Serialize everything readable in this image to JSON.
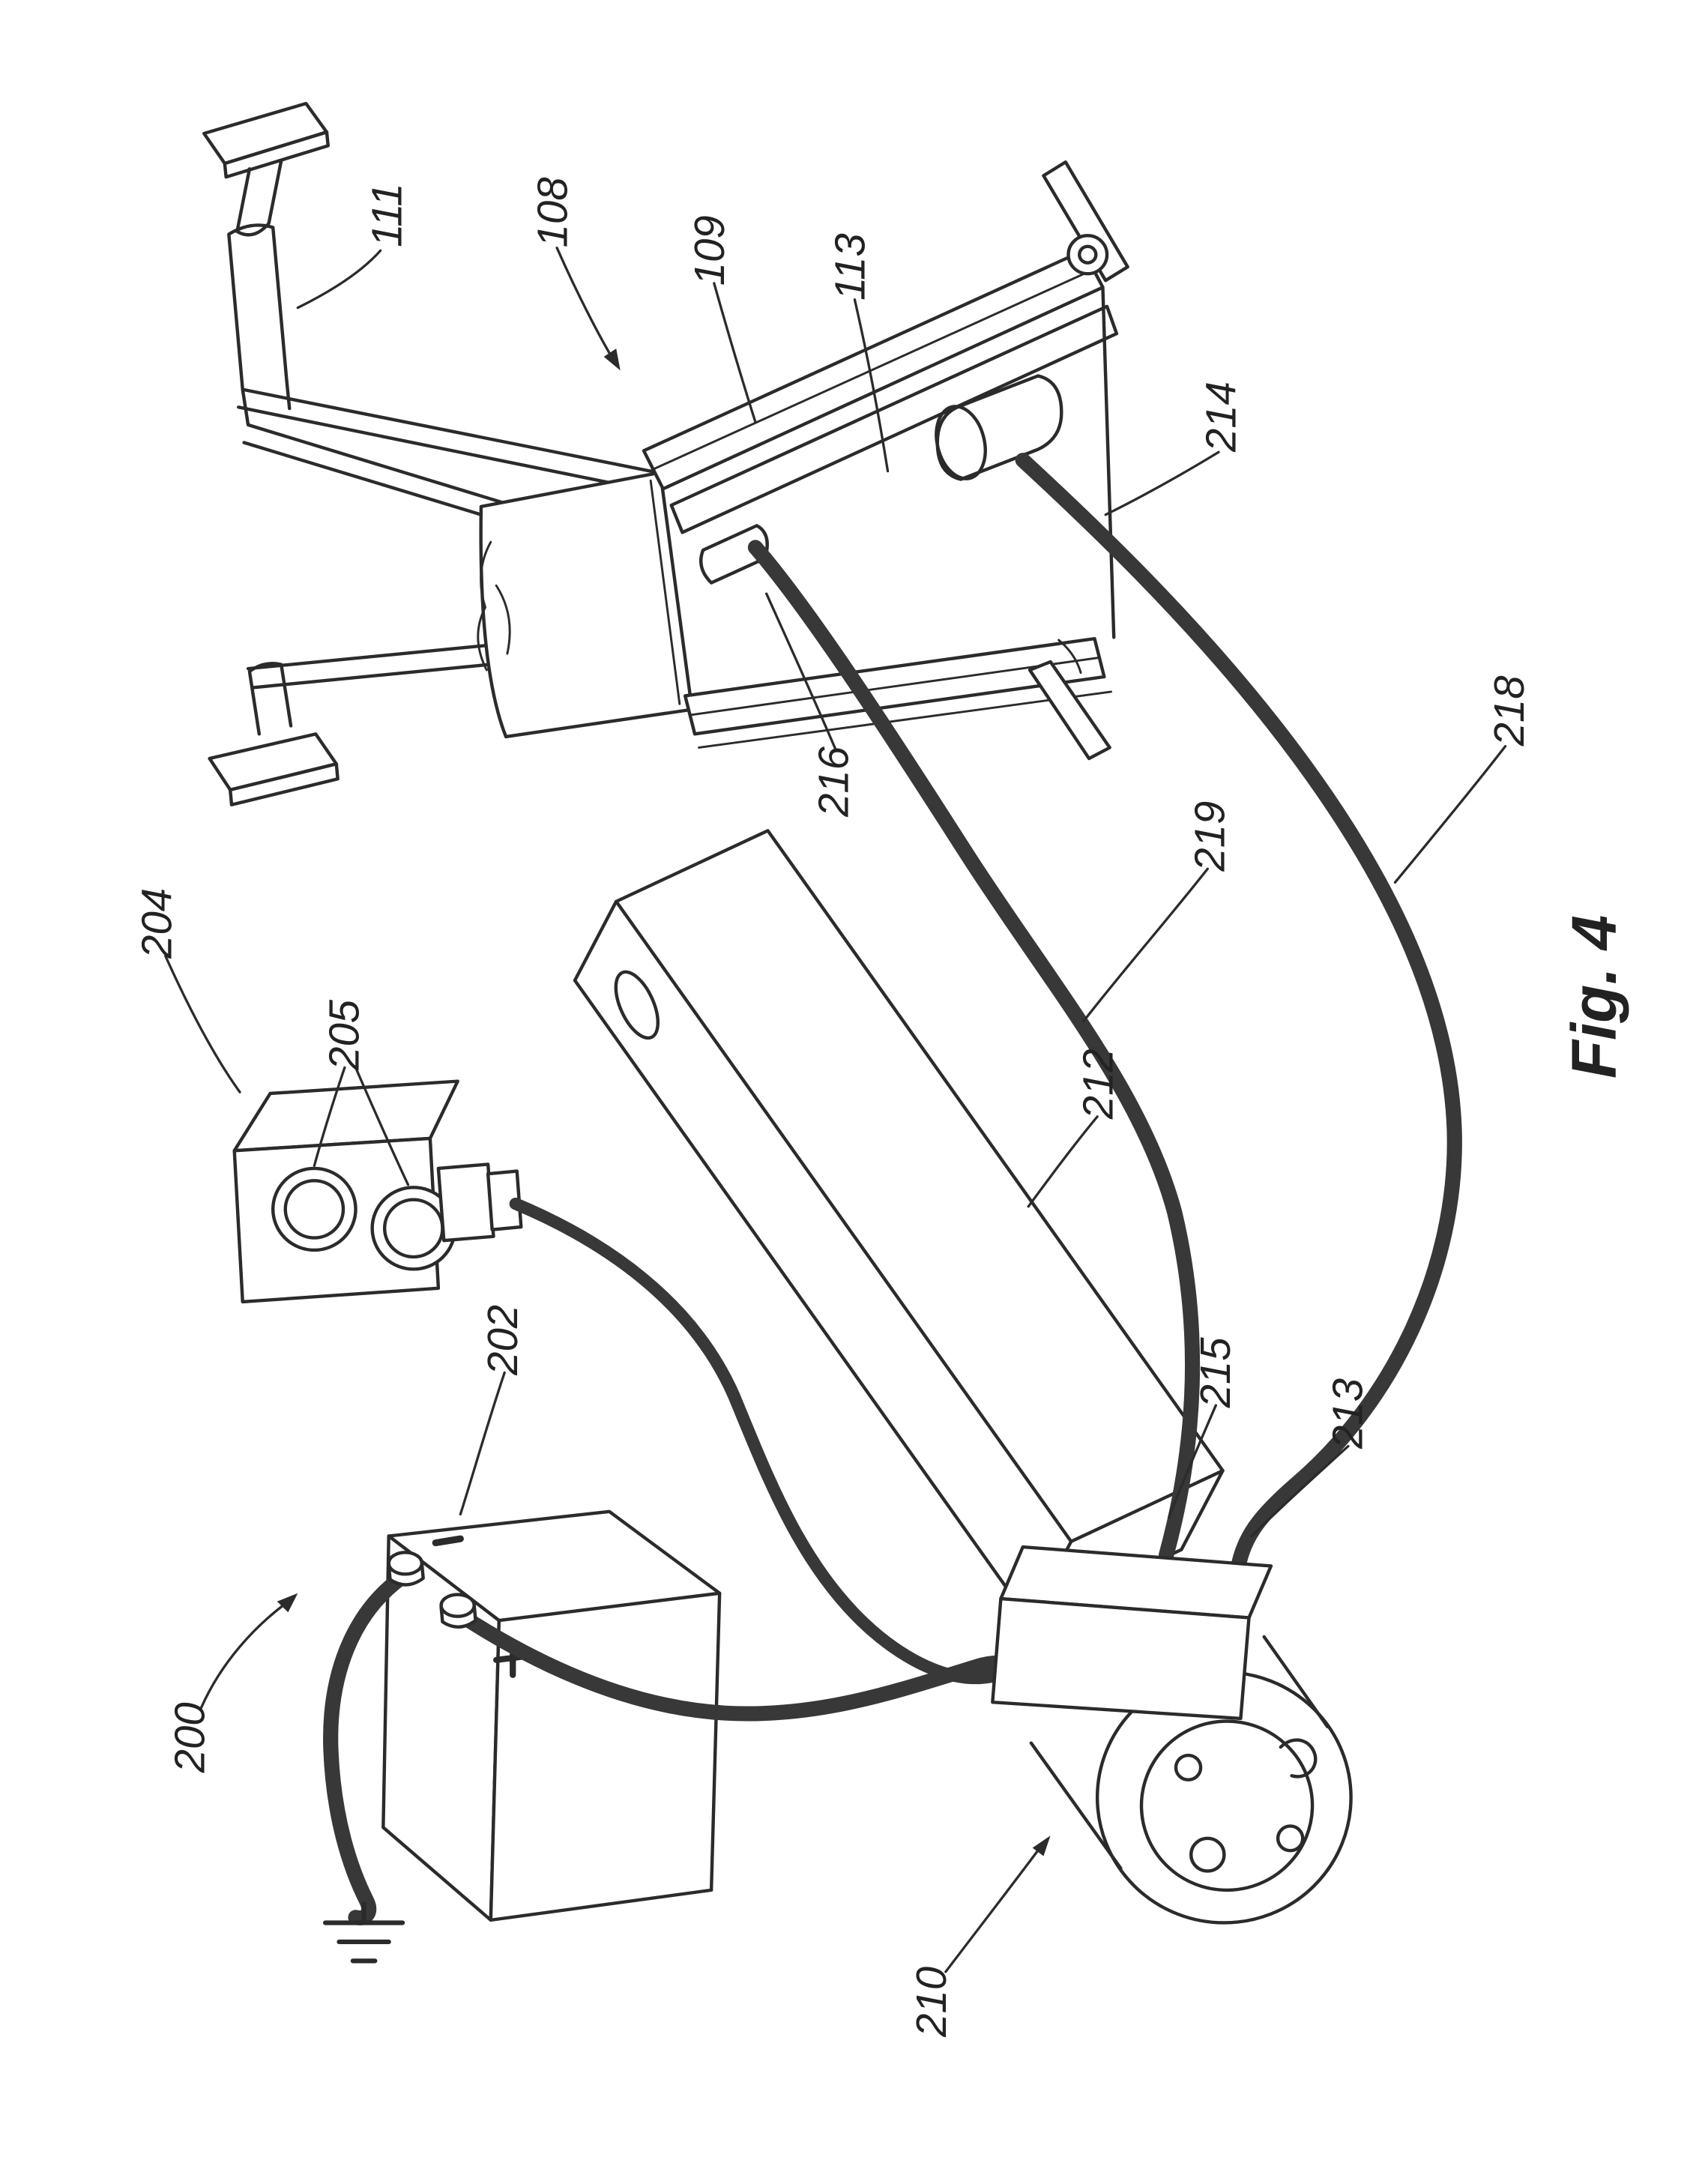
{
  "figure": {
    "caption": "Fig. 4",
    "colors": {
      "ink": "#2b2b2b",
      "paper": "#ffffff"
    },
    "labels": [
      {
        "id": "111",
        "text": "111"
      },
      {
        "id": "108",
        "text": "108"
      },
      {
        "id": "109",
        "text": "109"
      },
      {
        "id": "113",
        "text": "113"
      },
      {
        "id": "214",
        "text": "214"
      },
      {
        "id": "216",
        "text": "216"
      },
      {
        "id": "218",
        "text": "218"
      },
      {
        "id": "219",
        "text": "219"
      },
      {
        "id": "204",
        "text": "204"
      },
      {
        "id": "205",
        "text": "205"
      },
      {
        "id": "202",
        "text": "202"
      },
      {
        "id": "212",
        "text": "212"
      },
      {
        "id": "215",
        "text": "215"
      },
      {
        "id": "213",
        "text": "213"
      },
      {
        "id": "210",
        "text": "210"
      },
      {
        "id": "200",
        "text": "200"
      }
    ]
  }
}
